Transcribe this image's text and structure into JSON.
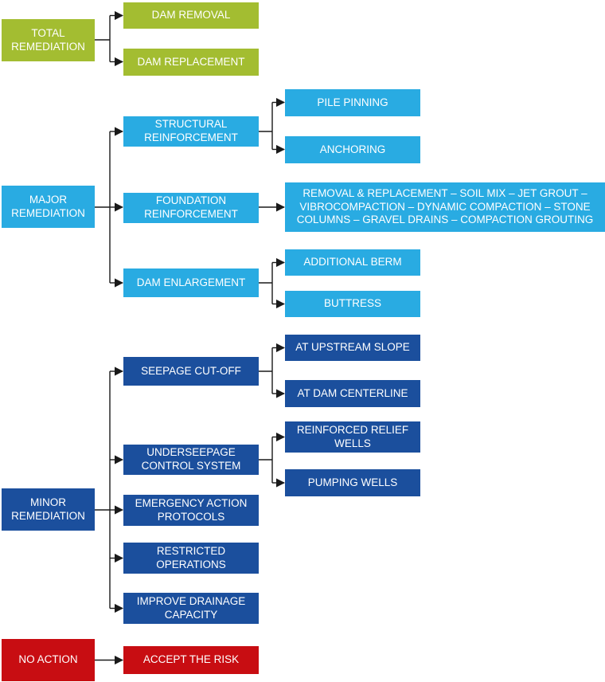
{
  "colors": {
    "green": "#a3bd31",
    "light_blue": "#29abe2",
    "dark_blue": "#1b4f9d",
    "red": "#c80d12",
    "text": "#ffffff",
    "connector": "#1a1a1a"
  },
  "nodes": {
    "total_remediation": {
      "label": "TOTAL REMEDIATION"
    },
    "dam_removal": {
      "label": "DAM REMOVAL"
    },
    "dam_replacement": {
      "label": "DAM REPLACEMENT"
    },
    "major_remediation": {
      "label": "MAJOR REMEDIATION"
    },
    "structural_reinforcement": {
      "label": "STRUCTURAL REINFORCEMENT"
    },
    "pile_pinning": {
      "label": "PILE PINNING"
    },
    "anchoring": {
      "label": "ANCHORING"
    },
    "foundation_reinforcement": {
      "label": "FOUNDATION REINFORCEMENT"
    },
    "foundation_methods": {
      "label": "REMOVAL & REPLACEMENT – SOIL MIX – JET GROUT – VIBROCOMPACTION – DYNAMIC COMPACTION – STONE COLUMNS – GRAVEL DRAINS – COMPACTION GROUTING"
    },
    "dam_enlargement": {
      "label": "DAM ENLARGEMENT"
    },
    "additional_berm": {
      "label": "ADDITIONAL BERM"
    },
    "buttress": {
      "label": "BUTTRESS"
    },
    "minor_remediation": {
      "label": "MINOR REMEDIATION"
    },
    "seepage_cutoff": {
      "label": "SEEPAGE CUT-OFF"
    },
    "at_upstream_slope": {
      "label": "AT UPSTREAM SLOPE"
    },
    "at_dam_centerline": {
      "label": "AT DAM CENTERLINE"
    },
    "underseepage_control": {
      "label": "UNDERSEEPAGE CONTROL SYSTEM"
    },
    "reinforced_relief_wells": {
      "label": "REINFORCED RELIEF WELLS"
    },
    "pumping_wells": {
      "label": "PUMPING WELLS"
    },
    "emergency_action_protocols": {
      "label": "EMERGENCY ACTION PROTOCOLS"
    },
    "restricted_operations": {
      "label": "RESTRICTED OPERATIONS"
    },
    "improve_drainage_capacity": {
      "label": "IMPROVE DRAINAGE CAPACITY"
    },
    "no_action": {
      "label": "NO ACTION"
    },
    "accept_the_risk": {
      "label": "ACCEPT THE RISK"
    }
  },
  "hierarchy": [
    {
      "parent": "TOTAL REMEDIATION",
      "children": [
        "DAM REMOVAL",
        "DAM REPLACEMENT"
      ]
    },
    {
      "parent": "MAJOR REMEDIATION",
      "children": [
        "STRUCTURAL REINFORCEMENT",
        "FOUNDATION REINFORCEMENT",
        "DAM ENLARGEMENT"
      ]
    },
    {
      "parent": "STRUCTURAL REINFORCEMENT",
      "children": [
        "PILE PINNING",
        "ANCHORING"
      ]
    },
    {
      "parent": "FOUNDATION REINFORCEMENT",
      "children": [
        "REMOVAL & REPLACEMENT – SOIL MIX – JET GROUT – VIBROCOMPACTION – DYNAMIC COMPACTION – STONE COLUMNS – GRAVEL DRAINS – COMPACTION GROUTING"
      ]
    },
    {
      "parent": "DAM ENLARGEMENT",
      "children": [
        "ADDITIONAL BERM",
        "BUTTRESS"
      ]
    },
    {
      "parent": "MINOR REMEDIATION",
      "children": [
        "SEEPAGE CUT-OFF",
        "UNDERSEEPAGE CONTROL SYSTEM",
        "EMERGENCY ACTION PROTOCOLS",
        "RESTRICTED OPERATIONS",
        "IMPROVE DRAINAGE CAPACITY"
      ]
    },
    {
      "parent": "SEEPAGE CUT-OFF",
      "children": [
        "AT UPSTREAM SLOPE",
        "AT DAM CENTERLINE"
      ]
    },
    {
      "parent": "UNDERSEEPAGE CONTROL SYSTEM",
      "children": [
        "REINFORCED RELIEF WELLS",
        "PUMPING WELLS"
      ]
    },
    {
      "parent": "NO ACTION",
      "children": [
        "ACCEPT THE RISK"
      ]
    }
  ]
}
